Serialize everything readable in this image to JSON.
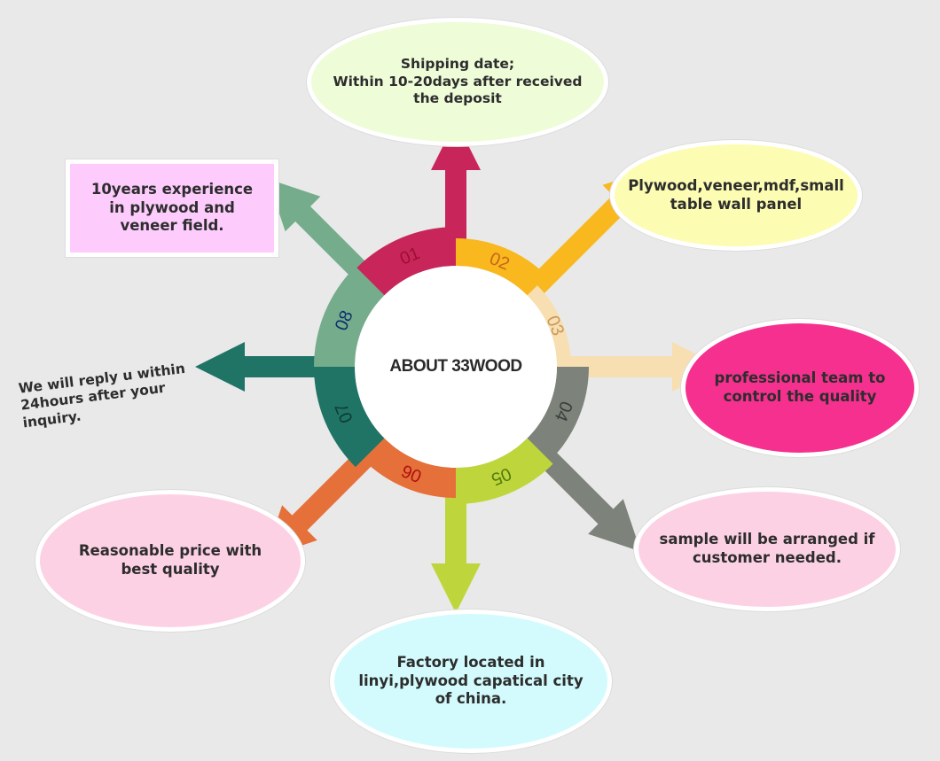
{
  "center": {
    "label": "ABOUT 33WOOD"
  },
  "segments": [
    {
      "number": "01",
      "color": "#c8265a",
      "number_color": "#9c1030"
    },
    {
      "number": "02",
      "color": "#f8b81e",
      "number_color": "#c8661a"
    },
    {
      "number": "03",
      "color": "#f8dfb2",
      "number_color": "#c89a5a"
    },
    {
      "number": "04",
      "color": "#7d827a",
      "number_color": "#3a3f3a"
    },
    {
      "number": "05",
      "color": "#bed63c",
      "number_color": "#557a10"
    },
    {
      "number": "06",
      "color": "#e5703a",
      "number_color": "#b01010"
    },
    {
      "number": "07",
      "color": "#1f7466",
      "number_color": "#0f3a33"
    },
    {
      "number": "08",
      "color": "#75ad8c",
      "number_color": "#0d2f6a"
    }
  ],
  "callouts": {
    "shipping": {
      "text": "Shipping date;\nWithin 10-20days after received the deposit",
      "bg": "#eefcd8"
    },
    "products": {
      "text": "Plywood,veneer,mdf,small table wall panel",
      "bg": "#fcfcb2"
    },
    "team": {
      "text": "professional team to control the quality",
      "bg": "#f5308f"
    },
    "sample": {
      "text": "sample will be arranged if customer needed.",
      "bg": "#fdd1e4"
    },
    "factory": {
      "text": "Factory located in linyi,plywood capatical city of china.",
      "bg": "#d3fbfd"
    },
    "price": {
      "text": "Reasonable price with best quality",
      "bg": "#fdd1e4"
    },
    "reply": {
      "text": "We will reply u within\n24hours after your\ninquiry."
    },
    "experience": {
      "text": "10years experience in plywood and veneer field.",
      "bg": "#fdccfd"
    }
  }
}
